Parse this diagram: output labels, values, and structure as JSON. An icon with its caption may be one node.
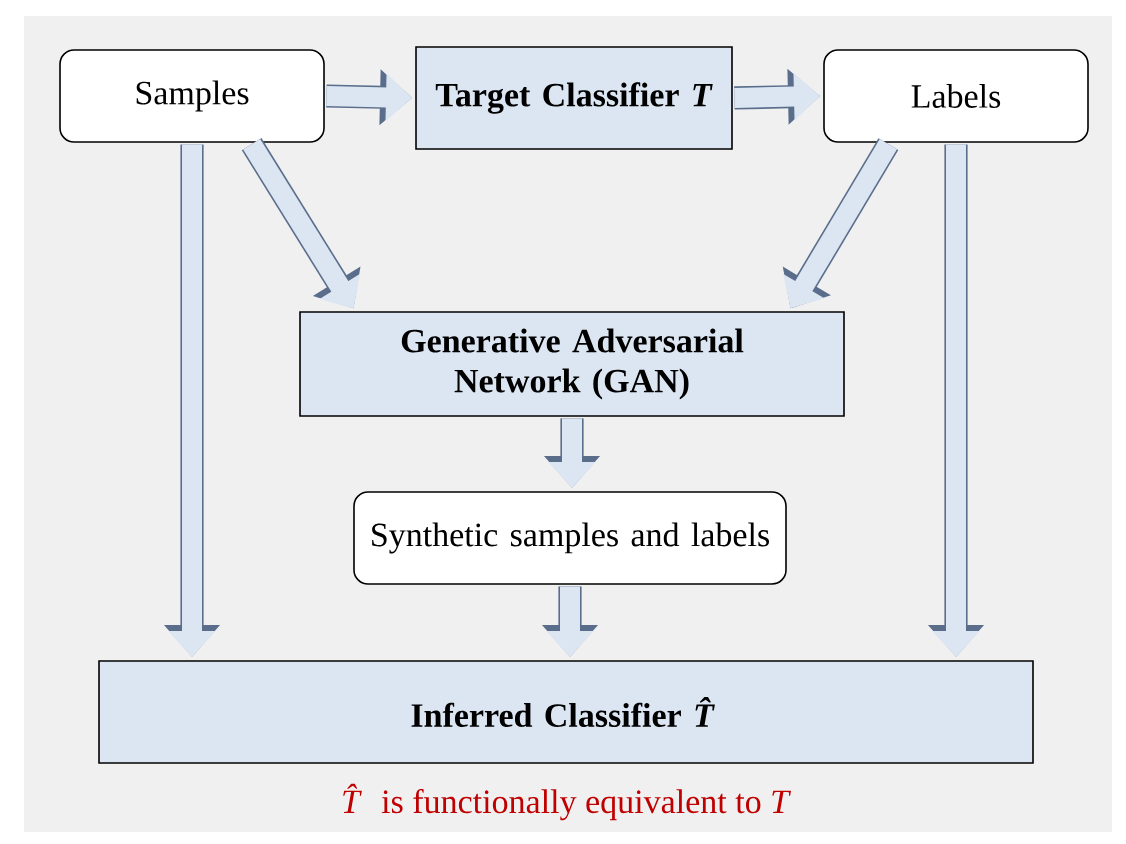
{
  "diagram": {
    "caption": "*T̂* is functionally equivalent to *T*",
    "nodes": [
      {
        "text": [
          "Samples"
        ]
      },
      {
        "text": [
          "Target Classifier *T*"
        ]
      },
      {
        "text": [
          "Labels"
        ]
      },
      {
        "text": [
          "Generative Adversarial Network (GAN)"
        ]
      },
      {
        "text": [
          "Synthetic samples and labels"
        ]
      },
      {
        "text": [
          "Inferred Classifier *T̂*"
        ]
      }
    ],
    "edges": [
      {
        "from": 0,
        "to": 1,
        "arrow": "to"
      },
      {
        "from": 1,
        "to": 2,
        "arrow": "to"
      },
      {
        "from": 0,
        "to": 3,
        "arrow": "to"
      },
      {
        "from": 2,
        "to": 3,
        "arrow": "to"
      },
      {
        "from": 0,
        "to": 5,
        "arrow": "to"
      },
      {
        "from": 2,
        "to": 5,
        "arrow": "to"
      },
      {
        "from": 3,
        "to": 4,
        "arrow": "to"
      },
      {
        "from": 4,
        "to": 5,
        "arrow": "to"
      }
    ]
  }
}
